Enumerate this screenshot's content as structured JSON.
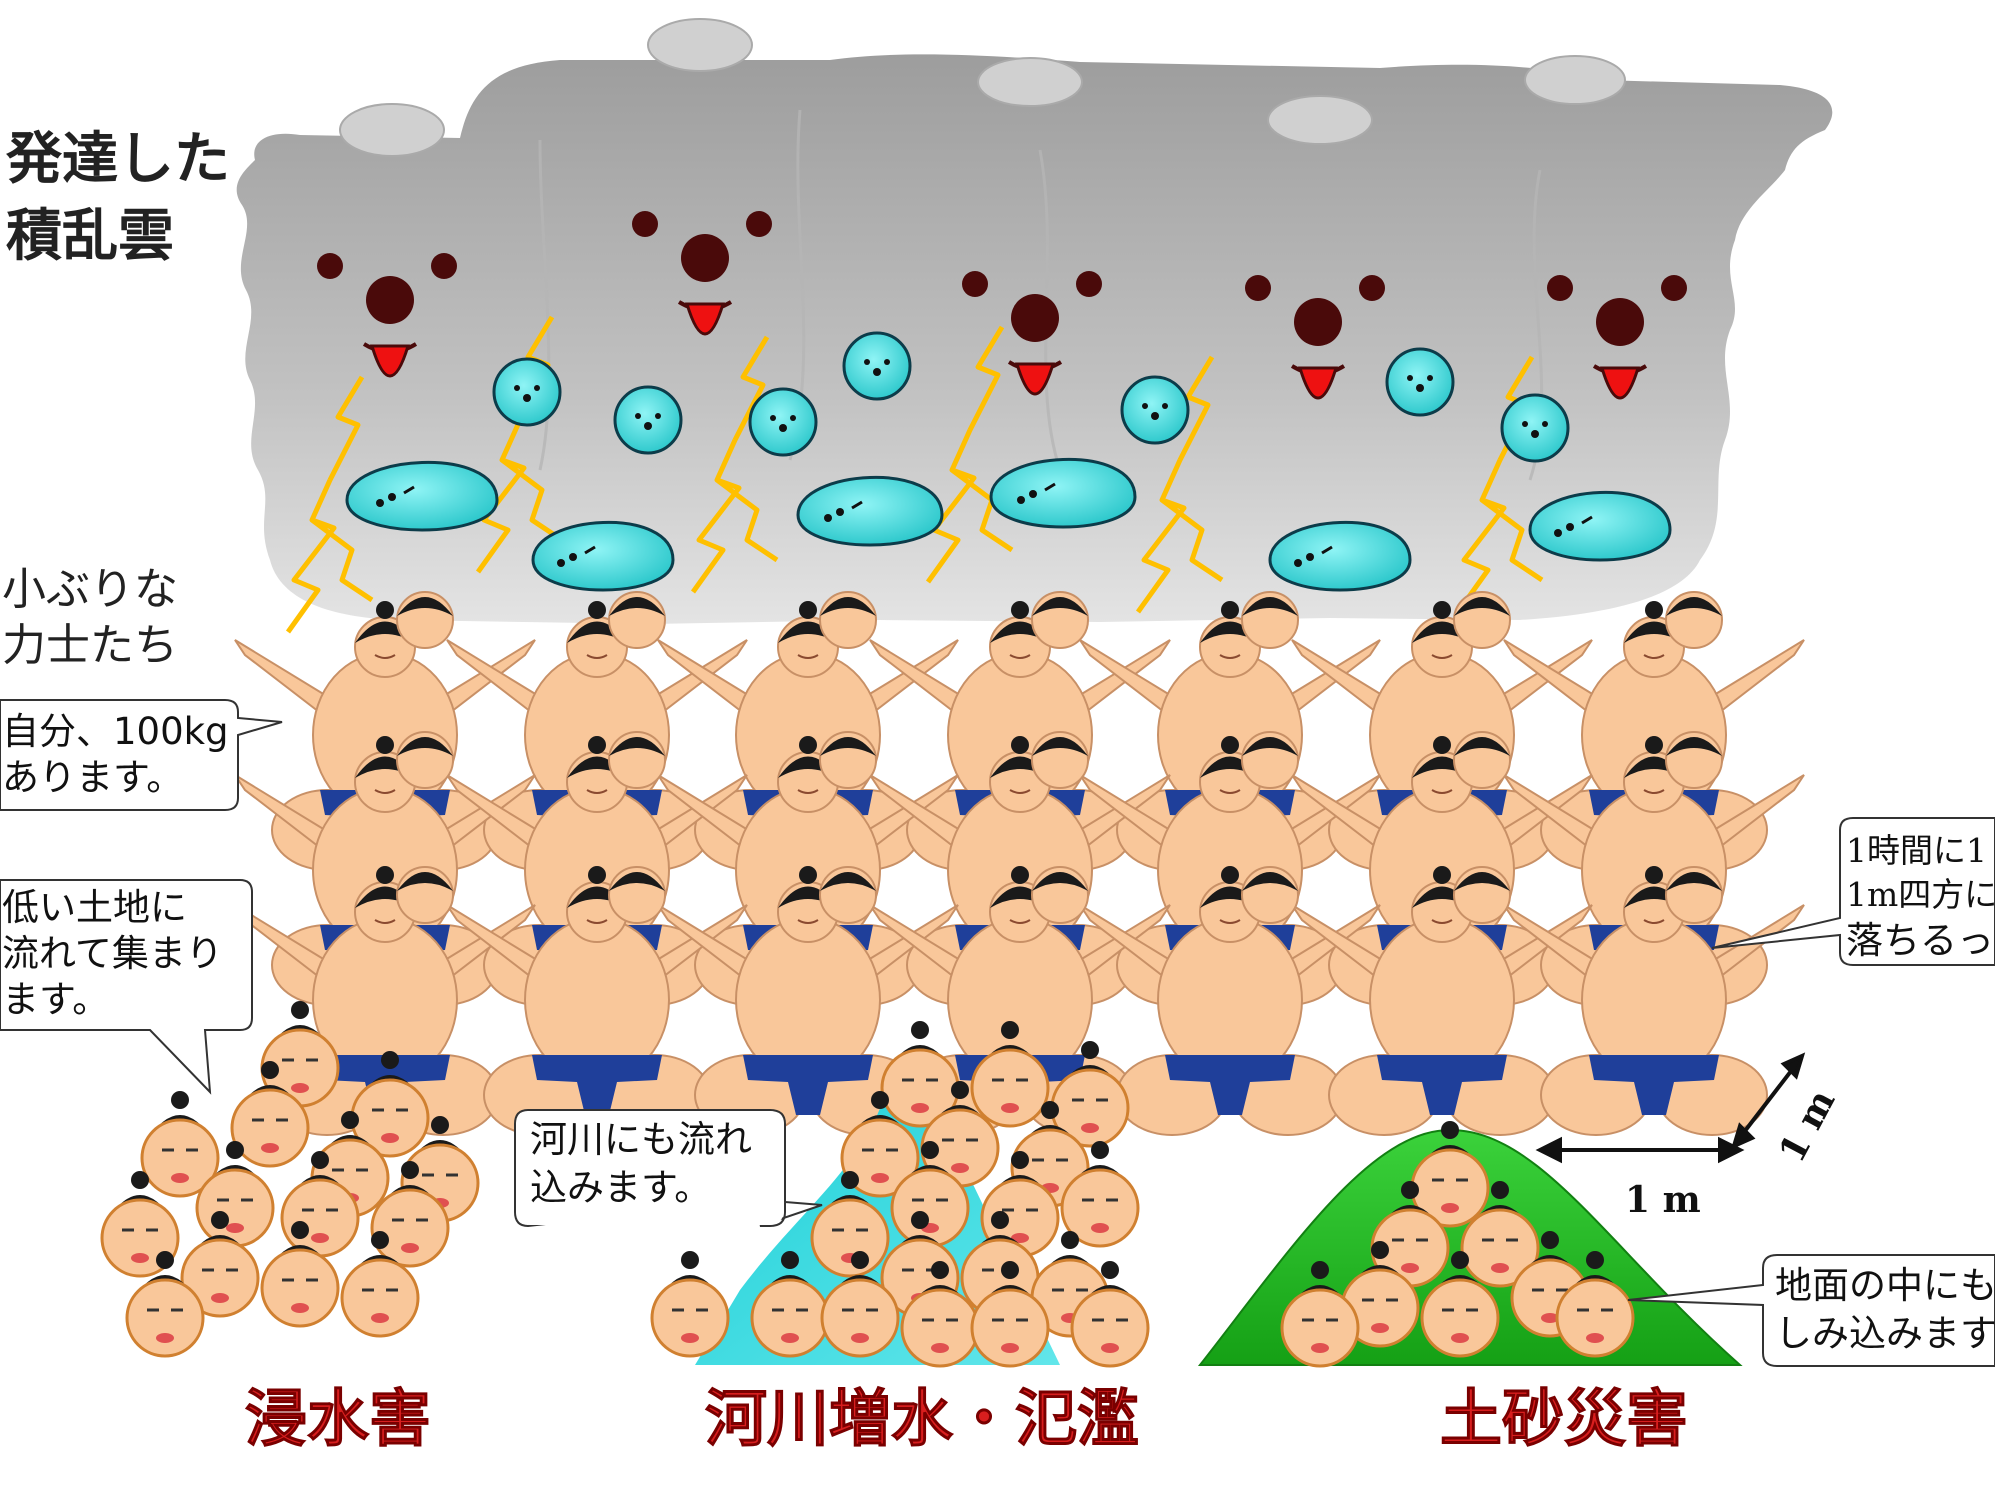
{
  "cloud": {
    "title_line1": "発達した",
    "title_line2": "積乱雲"
  },
  "wrestlers_label": {
    "line1": "小ぶりな",
    "line2": "力士たち"
  },
  "callouts": {
    "weight": {
      "line1": "自分、100kg",
      "line2": "あります。"
    },
    "lowland": {
      "line1": "低い土地に",
      "line2": "流れて集まり",
      "line3": "ます。"
    },
    "rainfall": {
      "line1": "1時間に1",
      "line2": "1m四方に",
      "line3": "落ちるっ"
    },
    "river": {
      "line1": "河川にも流れ",
      "line2": "込みます。"
    },
    "ground": {
      "line1": "地面の中にも",
      "line2": "しみ込みます"
    }
  },
  "measure": {
    "horizontal": "1 m",
    "diagonal": "1 m"
  },
  "disasters": {
    "flooding": "浸水害",
    "river": "河川増水・氾濫",
    "landslide": "土砂災害"
  },
  "colors": {
    "cloud_top": "#a9a9a9",
    "cloud_bottom": "#d9d9d9",
    "seal": "#36d6d8",
    "lightning": "#ffc000",
    "skin": "#f9c79a",
    "mawashi": "#1f3f9a",
    "river": "#22d4dc",
    "hill": "#2db82d",
    "disaster_text": "#d81e1e"
  }
}
